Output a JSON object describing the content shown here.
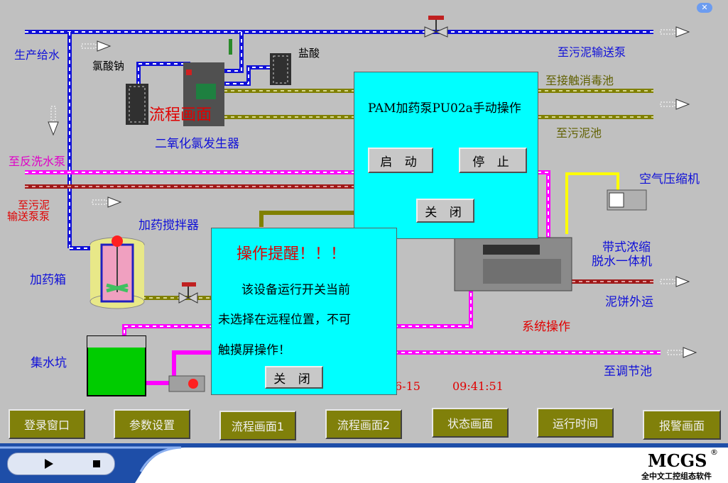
{
  "labels": {
    "water_supply": "生产给水",
    "naclo": "氯酸钠",
    "hcl": "盐酸",
    "clo2_gen": "二氧化氯发生器",
    "flow_screen_watermark": "流程画面",
    "to_sludge_pump_top": "至污泥输送泵",
    "to_contact_tank": "至接触消毒池",
    "to_sludge_tank": "至污泥池",
    "to_backwash": "至反洗水泵",
    "to_sludge_pump_l1": "至污泥",
    "to_sludge_pump_l2": "输送泵泵",
    "dosing_mixer": "加药搅拌器",
    "dosing_tank": "加药箱",
    "sump": "集水坑",
    "air_compressor": "空气压缩机",
    "belt_machine_l1": "带式浓缩",
    "belt_machine_l2": "脱水一体机",
    "cake_out": "泥饼外运",
    "system_op": "系统操作",
    "to_regulating_tank": "至调节池",
    "date_partial": "6-15",
    "time": "09:41:51"
  },
  "pam_dialog": {
    "title": "PAM加药泵PU02a手动操作",
    "start": "启 动",
    "stop": "停 止",
    "close": "关 闭"
  },
  "alert_dialog": {
    "title": "操作提醒！！！",
    "line1": "该设备运行开关当前",
    "line2": "未选择在远程位置，不可",
    "line3": "触摸屏操作！",
    "close": "关 闭"
  },
  "nav": [
    {
      "label": "登录窗口"
    },
    {
      "label": "参数设置"
    },
    {
      "label": "流程画面1"
    },
    {
      "label": "流程画面2"
    },
    {
      "label": "状态画面"
    },
    {
      "label": "运行时间"
    },
    {
      "label": "报警画面"
    }
  ],
  "brand": {
    "name": "MCGS",
    "reg": "®",
    "tagline": "全中文工控组态软件"
  },
  "colors": {
    "background": "#c0c0c0",
    "water_pipe": "#1010d8",
    "chem_pipe": "#808000",
    "backwash_pipe": "#ff00ff",
    "sludge_pipe": "#a01818",
    "dialog": "#00ffff",
    "nav_button": "#80800a"
  }
}
